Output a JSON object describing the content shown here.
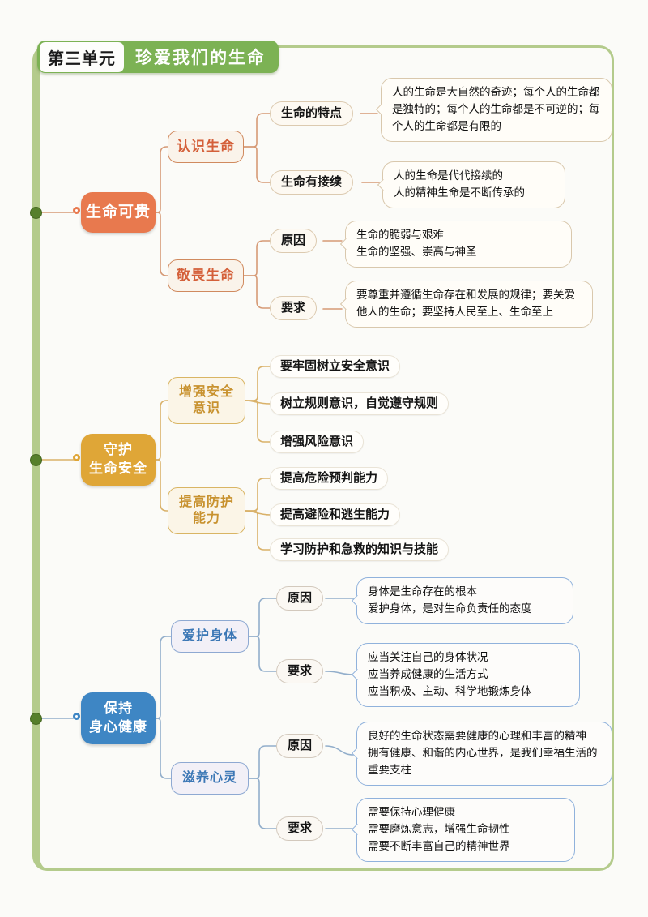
{
  "title": {
    "unit_label": "第三单元",
    "title_label": "珍爱我们的生命"
  },
  "colors": {
    "frame_green": "#b4cb8c",
    "title_green": "#7cb254",
    "branch1_orange": "#e8794e",
    "branch2_gold": "#dfa637",
    "branch3_blue": "#3e86c4",
    "dot_green": "#567f2b"
  },
  "map": {
    "branch1": {
      "label": "生命可贵",
      "node1": {
        "label": "认识生命",
        "item1": {
          "label": "生命的特点",
          "detail": "人的生命是大自然的奇迹；每个人的生命都是独特的；每个人的生命都是不可逆的；每个人的生命都是有限的"
        },
        "item2": {
          "label": "生命有接续",
          "detail": "人的生命是代代接续的\n人的精神生命是不断传承的"
        }
      },
      "node2": {
        "label": "敬畏生命",
        "item1": {
          "label": "原因",
          "detail": "生命的脆弱与艰难\n生命的坚强、崇高与神圣"
        },
        "item2": {
          "label": "要求",
          "detail": "要尊重并遵循生命存在和发展的规律；要关爱他人的生命；要坚持人民至上、生命至上"
        }
      }
    },
    "branch2": {
      "label": "守护\n生命安全",
      "node1": {
        "label": "增强安全\n意识",
        "item1": {
          "label": "要牢固树立安全意识"
        },
        "item2": {
          "label": "树立规则意识，自觉遵守规则"
        },
        "item3": {
          "label": "增强风险意识"
        }
      },
      "node2": {
        "label": "提高防护\n能力",
        "item1": {
          "label": "提高危险预判能力"
        },
        "item2": {
          "label": "提高避险和逃生能力"
        },
        "item3": {
          "label": "学习防护和急救的知识与技能"
        }
      }
    },
    "branch3": {
      "label": "保持\n身心健康",
      "node1": {
        "label": "爱护身体",
        "item1": {
          "label": "原因",
          "detail": "身体是生命存在的根本\n爱护身体，是对生命负责任的态度"
        },
        "item2": {
          "label": "要求",
          "detail": "应当关注自己的身体状况\n应当养成健康的生活方式\n应当积极、主动、科学地锻炼身体"
        }
      },
      "node2": {
        "label": "滋养心灵",
        "item1": {
          "label": "原因",
          "detail": "良好的生命状态需要健康的心理和丰富的精神\n拥有健康、和谐的内心世界，是我们幸福生活的重要支柱"
        },
        "item2": {
          "label": "要求",
          "detail": "需要保持心理健康\n需要磨炼意志，增强生命韧性\n需要不断丰富自己的精神世界"
        }
      }
    }
  }
}
